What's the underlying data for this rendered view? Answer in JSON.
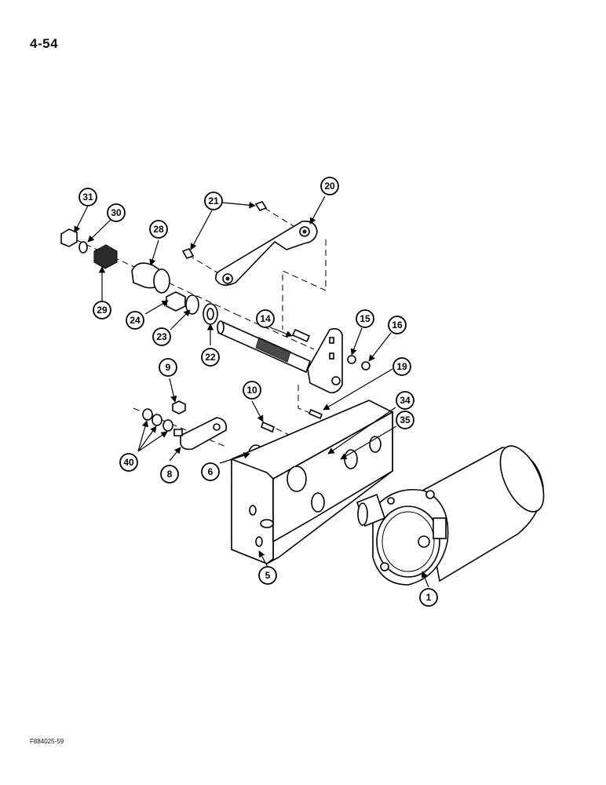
{
  "page": {
    "number": "4-54",
    "figure_code": "F884025-59"
  },
  "callouts": [
    "1",
    "5",
    "6",
    "8",
    "9",
    "10",
    "14",
    "15",
    "16",
    "19",
    "20",
    "21",
    "22",
    "23",
    "24",
    "28",
    "29",
    "30",
    "31",
    "34",
    "35",
    "40"
  ]
}
